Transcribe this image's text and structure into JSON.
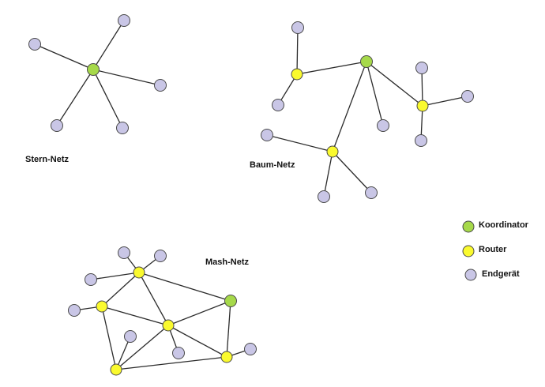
{
  "colors": {
    "koordinator": "#a6d94a",
    "router": "#fafa2e",
    "endgeraet": "#c9c6e6"
  },
  "labels": {
    "stern": "Stern-Netz",
    "baum": "Baum-Netz",
    "mash": "Mash-Netz"
  },
  "legend": [
    {
      "type": "koordinator",
      "label": "Koordinator"
    },
    {
      "type": "router",
      "label": "Router"
    },
    {
      "type": "endgeraet",
      "label": "Endgerät"
    }
  ],
  "networks": [
    {
      "id": "stern",
      "nodes": [
        {
          "id": "k",
          "type": "koordinator"
        },
        {
          "id": "e1",
          "type": "endgeraet"
        },
        {
          "id": "e2",
          "type": "endgeraet"
        },
        {
          "id": "e3",
          "type": "endgeraet"
        },
        {
          "id": "e4",
          "type": "endgeraet"
        },
        {
          "id": "e5",
          "type": "endgeraet"
        }
      ],
      "edges": [
        [
          "k",
          "e1"
        ],
        [
          "k",
          "e2"
        ],
        [
          "k",
          "e3"
        ],
        [
          "k",
          "e4"
        ],
        [
          "k",
          "e5"
        ]
      ]
    },
    {
      "id": "baum",
      "nodes": [
        {
          "id": "k",
          "type": "koordinator"
        },
        {
          "id": "r1",
          "type": "router"
        },
        {
          "id": "r2",
          "type": "router"
        },
        {
          "id": "r3",
          "type": "router"
        },
        {
          "id": "e1",
          "type": "endgeraet"
        },
        {
          "id": "e2",
          "type": "endgeraet"
        },
        {
          "id": "e3",
          "type": "endgeraet"
        },
        {
          "id": "e4",
          "type": "endgeraet"
        },
        {
          "id": "e5",
          "type": "endgeraet"
        },
        {
          "id": "e6",
          "type": "endgeraet"
        },
        {
          "id": "e7",
          "type": "endgeraet"
        },
        {
          "id": "e8",
          "type": "endgeraet"
        },
        {
          "id": "e9",
          "type": "endgeraet"
        }
      ],
      "edges": [
        [
          "k",
          "r1"
        ],
        [
          "k",
          "r2"
        ],
        [
          "k",
          "r3"
        ],
        [
          "k",
          "e3"
        ],
        [
          "r1",
          "e1"
        ],
        [
          "r1",
          "e2"
        ],
        [
          "r2",
          "e4"
        ],
        [
          "r2",
          "e5"
        ],
        [
          "r2",
          "e6"
        ],
        [
          "r3",
          "e7"
        ],
        [
          "r3",
          "e8"
        ],
        [
          "r3",
          "e9"
        ]
      ]
    },
    {
      "id": "mash",
      "nodes": [
        {
          "id": "k",
          "type": "koordinator"
        },
        {
          "id": "r1",
          "type": "router"
        },
        {
          "id": "r2",
          "type": "router"
        },
        {
          "id": "r3",
          "type": "router"
        },
        {
          "id": "r4",
          "type": "router"
        },
        {
          "id": "r5",
          "type": "router"
        },
        {
          "id": "e1",
          "type": "endgeraet"
        },
        {
          "id": "e2",
          "type": "endgeraet"
        },
        {
          "id": "e3",
          "type": "endgeraet"
        },
        {
          "id": "e4",
          "type": "endgeraet"
        },
        {
          "id": "e5",
          "type": "endgeraet"
        },
        {
          "id": "e6",
          "type": "endgeraet"
        },
        {
          "id": "e7",
          "type": "endgeraet"
        }
      ],
      "edges": [
        [
          "r1",
          "e1"
        ],
        [
          "r1",
          "e2"
        ],
        [
          "r1",
          "e3"
        ],
        [
          "r2",
          "e4"
        ],
        [
          "r4",
          "e5"
        ],
        [
          "r3",
          "e6"
        ],
        [
          "r5",
          "e7"
        ],
        [
          "r1",
          "r2"
        ],
        [
          "r1",
          "r3"
        ],
        [
          "r1",
          "k"
        ],
        [
          "r2",
          "r3"
        ],
        [
          "r2",
          "r4"
        ],
        [
          "r3",
          "k"
        ],
        [
          "r3",
          "r4"
        ],
        [
          "r3",
          "r5"
        ],
        [
          "k",
          "r5"
        ],
        [
          "r4",
          "r5"
        ]
      ]
    }
  ]
}
